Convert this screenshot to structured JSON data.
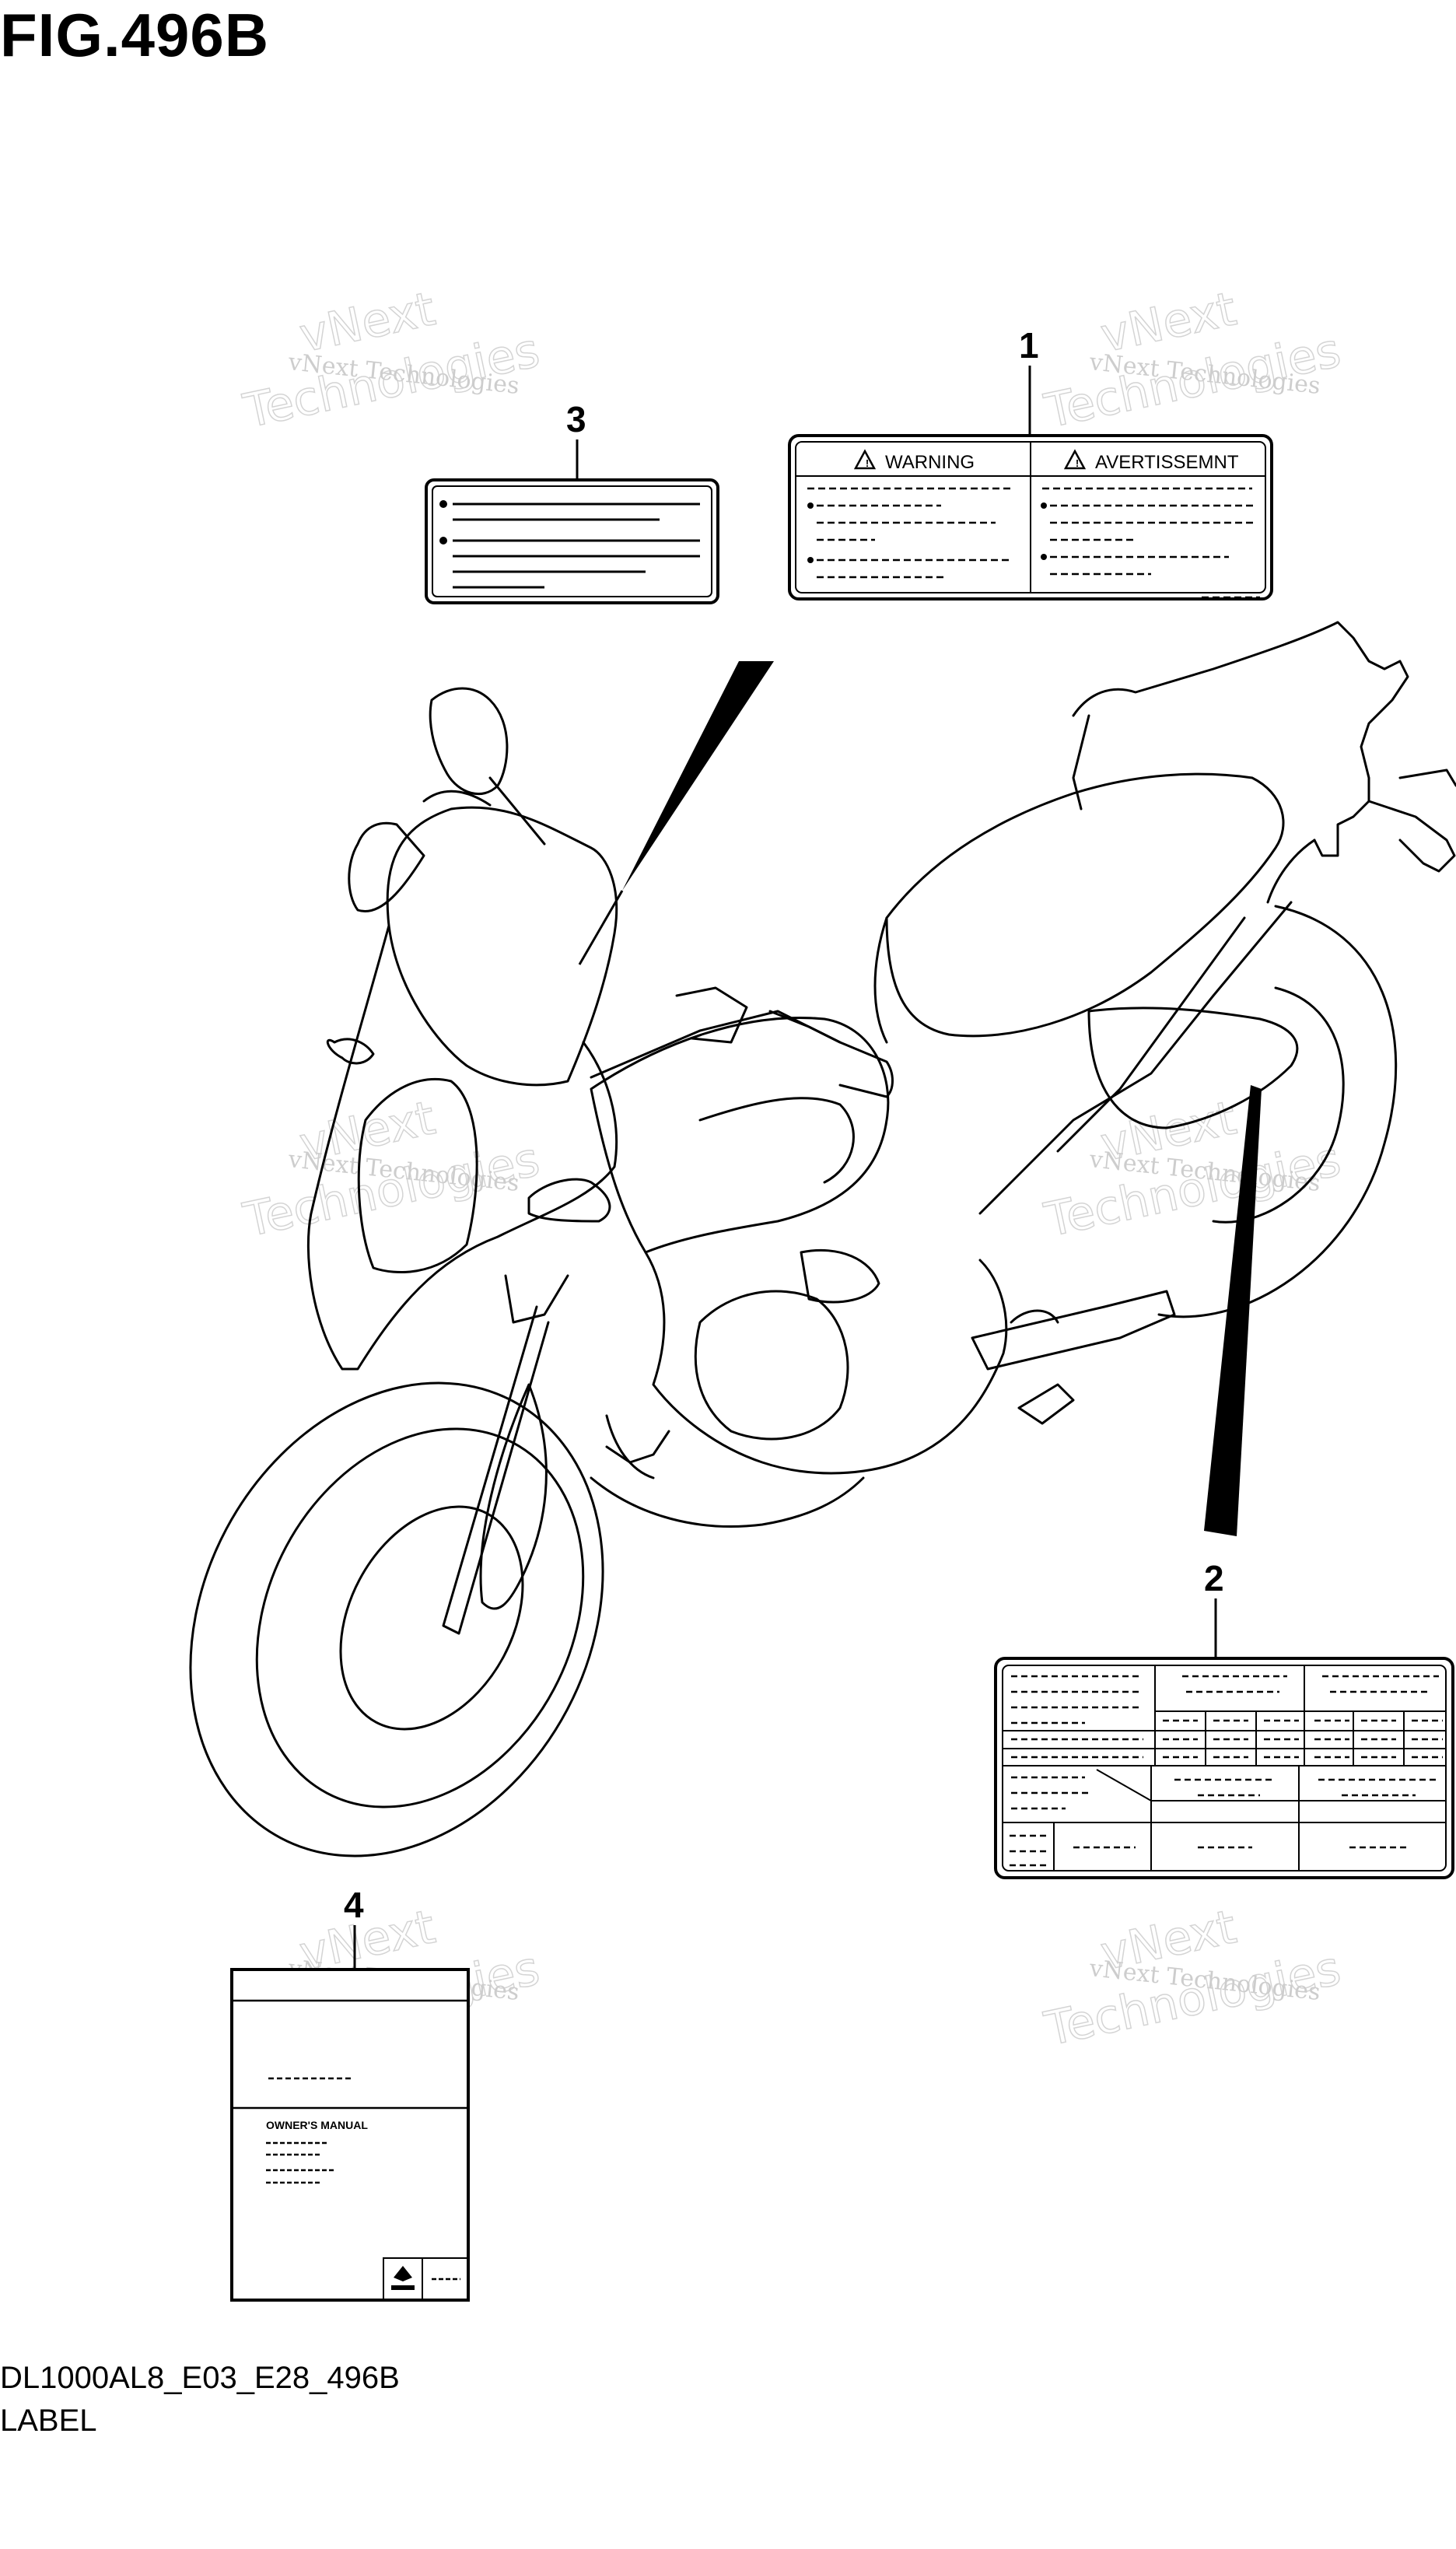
{
  "figure_title": "FIG.496B",
  "callouts": {
    "c1": "1",
    "c2": "2",
    "c3": "3",
    "c4": "4"
  },
  "label1": {
    "warning": "WARNING",
    "avertissement": "AVERTISSEMNT"
  },
  "label4": {
    "owners_manual": "OWNER'S MANUAL"
  },
  "watermark": {
    "line1": "vNext Technologies",
    "big1": "vNext",
    "big2": "Technologies"
  },
  "footer": {
    "code": "DL1000AL8_E03_E28_496B",
    "label": "LABEL"
  }
}
